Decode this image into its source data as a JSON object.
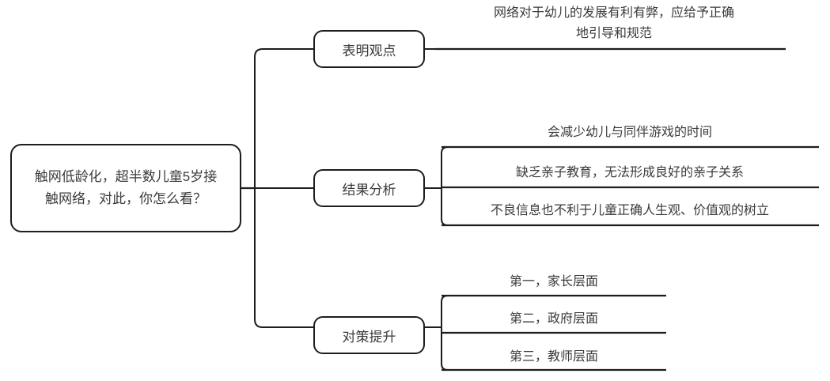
{
  "diagram": {
    "title": "",
    "type": "mind-map",
    "orientation": "left-to-right",
    "colors": {
      "stroke": "#1d1d1d",
      "text": "#3b3b3b",
      "background": "#ffffff"
    },
    "root": {
      "label": "触网低龄化，超半数儿童5岁接触网络，对此，你怎么看？"
    },
    "branches": [
      {
        "label": "表明观点",
        "leaves": [
          {
            "label": "网络对于幼儿的发展有利有弊，应给予正确\n地引导和规范"
          }
        ]
      },
      {
        "label": "结果分析",
        "leaves": [
          {
            "label": "会减少幼儿与同伴游戏的时间"
          },
          {
            "label": "缺乏亲子教育，无法形成良好的亲子关系"
          },
          {
            "label": "不良信息也不利于儿童正确人生观、价值观的树立"
          }
        ]
      },
      {
        "label": "对策提升",
        "leaves": [
          {
            "label": "第一，家长层面"
          },
          {
            "label": "第二，政府层面"
          },
          {
            "label": "第三，教师层面"
          }
        ]
      }
    ]
  }
}
